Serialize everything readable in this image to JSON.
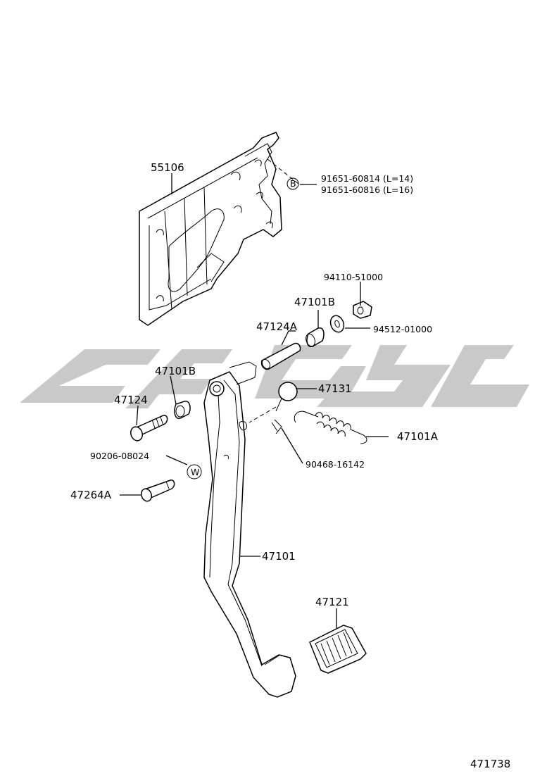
{
  "diagram": {
    "watermark_color": "#c9c9c9",
    "stroke_color": "#000000",
    "parts": {
      "p55106": "55106",
      "p91651_14": "91651-60814 (L=14)",
      "p91651_16": "91651-60816 (L=16)",
      "p94110": "94110-51000",
      "p47101B_top": "47101B",
      "p94512": "94512-01000",
      "p47124A": "47124A",
      "p47101B_left": "47101B",
      "p47124": "47124",
      "p47131": "47131",
      "p47101A": "47101A",
      "p90206": "90206-08024",
      "p90468": "90468-16142",
      "p47264A": "47264A",
      "p47101": "47101",
      "p47121": "47121"
    },
    "markers": {
      "bolt_marker": "B",
      "washer_marker": "W"
    },
    "figure_number": "471738"
  }
}
